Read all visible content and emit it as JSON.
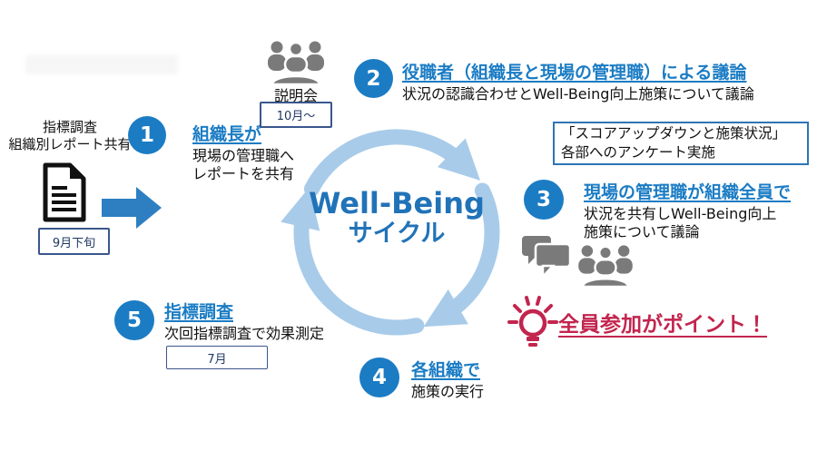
{
  "cycle": {
    "title1": "Well-Being",
    "title2": "サイクル"
  },
  "flow": {
    "label1": "指標調査",
    "label2": "組織別レポート共有",
    "date": "9月下旬"
  },
  "seminar": {
    "label": "説明会",
    "date": "10月～"
  },
  "steps": [
    {
      "num": "1",
      "heading": "組織長が",
      "lines": [
        "現場の管理職へ",
        "レポートを共有"
      ]
    },
    {
      "num": "2",
      "heading": "役職者（組織長と現場の管理職）による議論",
      "lines": [
        "状況の認識合わせとWell-Being向上施策について議論"
      ]
    },
    {
      "num": "3",
      "heading": "現場の管理職が組織全員で",
      "lines": [
        "状況を共有しWell-Being向上",
        "施策について議論"
      ]
    },
    {
      "num": "4",
      "heading": "各組織で",
      "lines": [
        "施策の実行"
      ]
    },
    {
      "num": "5",
      "heading": "指標調査",
      "lines": [
        "次回指標調査で効果測定"
      ],
      "date": "7月"
    }
  ],
  "survey_box": {
    "line1": "「スコアアップダウンと施策状況」",
    "line2": "各部へのアンケート実施"
  },
  "highlight": {
    "text": "全員参加がポイント！"
  },
  "colors": {
    "badge_blue": "#1b7cc4",
    "heading_blue": "#1b7cc4",
    "cycle_text_blue": "#2173b8",
    "cycle_arc_blue": "#a8cbe9",
    "block_arrow_blue": "#2e7fc2",
    "icon_gray": "#7a7a7a",
    "highlight_red": "#c2254e",
    "date_box_border": "#3a568c",
    "date_text_navy": "#1f3864",
    "survey_box_border": "#2e75b6"
  }
}
